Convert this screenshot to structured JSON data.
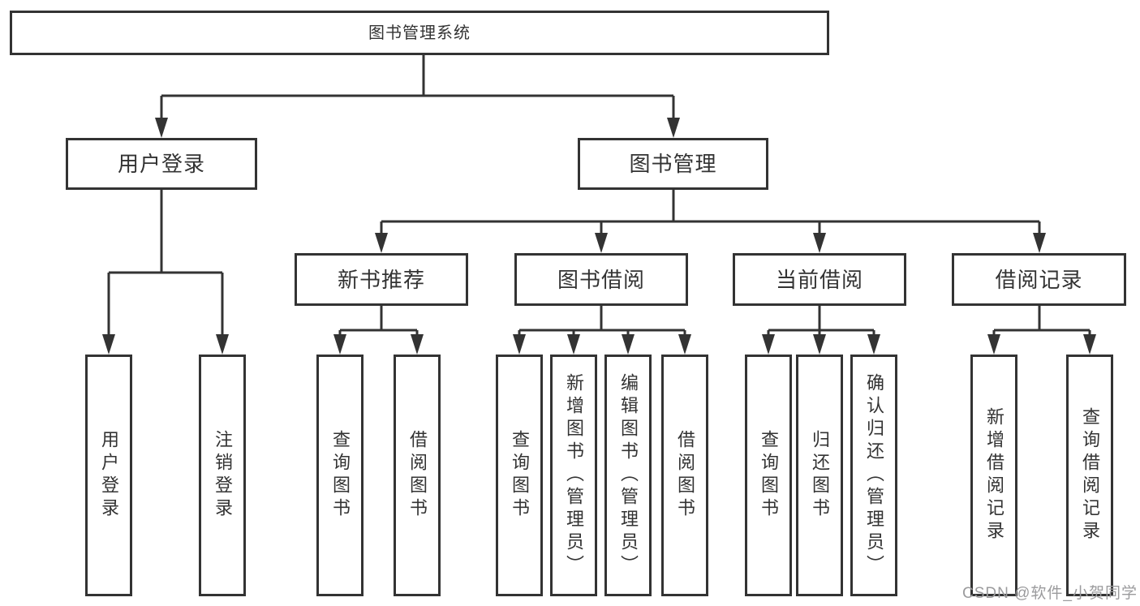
{
  "tree": {
    "root": "图书管理系统",
    "branches": [
      {
        "label": "用户登录",
        "children": [
          "用户登录",
          "注销登录"
        ]
      },
      {
        "label": "图书管理",
        "groups": [
          {
            "label": "新书推荐",
            "children": [
              "查询图书",
              "借阅图书"
            ]
          },
          {
            "label": "图书借阅",
            "children": [
              "查询图书",
              "新增图书（管理员）",
              "编辑图书（管理员）",
              "借阅图书"
            ]
          },
          {
            "label": "当前借阅",
            "children": [
              "查询图书",
              "归还图书",
              "确认归还（管理员）"
            ]
          },
          {
            "label": "借阅记录",
            "children": [
              "新增借阅记录",
              "查询借阅记录"
            ]
          }
        ]
      }
    ]
  },
  "watermark": {
    "text": "CSDN @软件_小贺同学"
  },
  "colors": {
    "line": "#333333",
    "text": "#333333",
    "bg": "#ffffff",
    "watermark": "#9b9b9d"
  }
}
